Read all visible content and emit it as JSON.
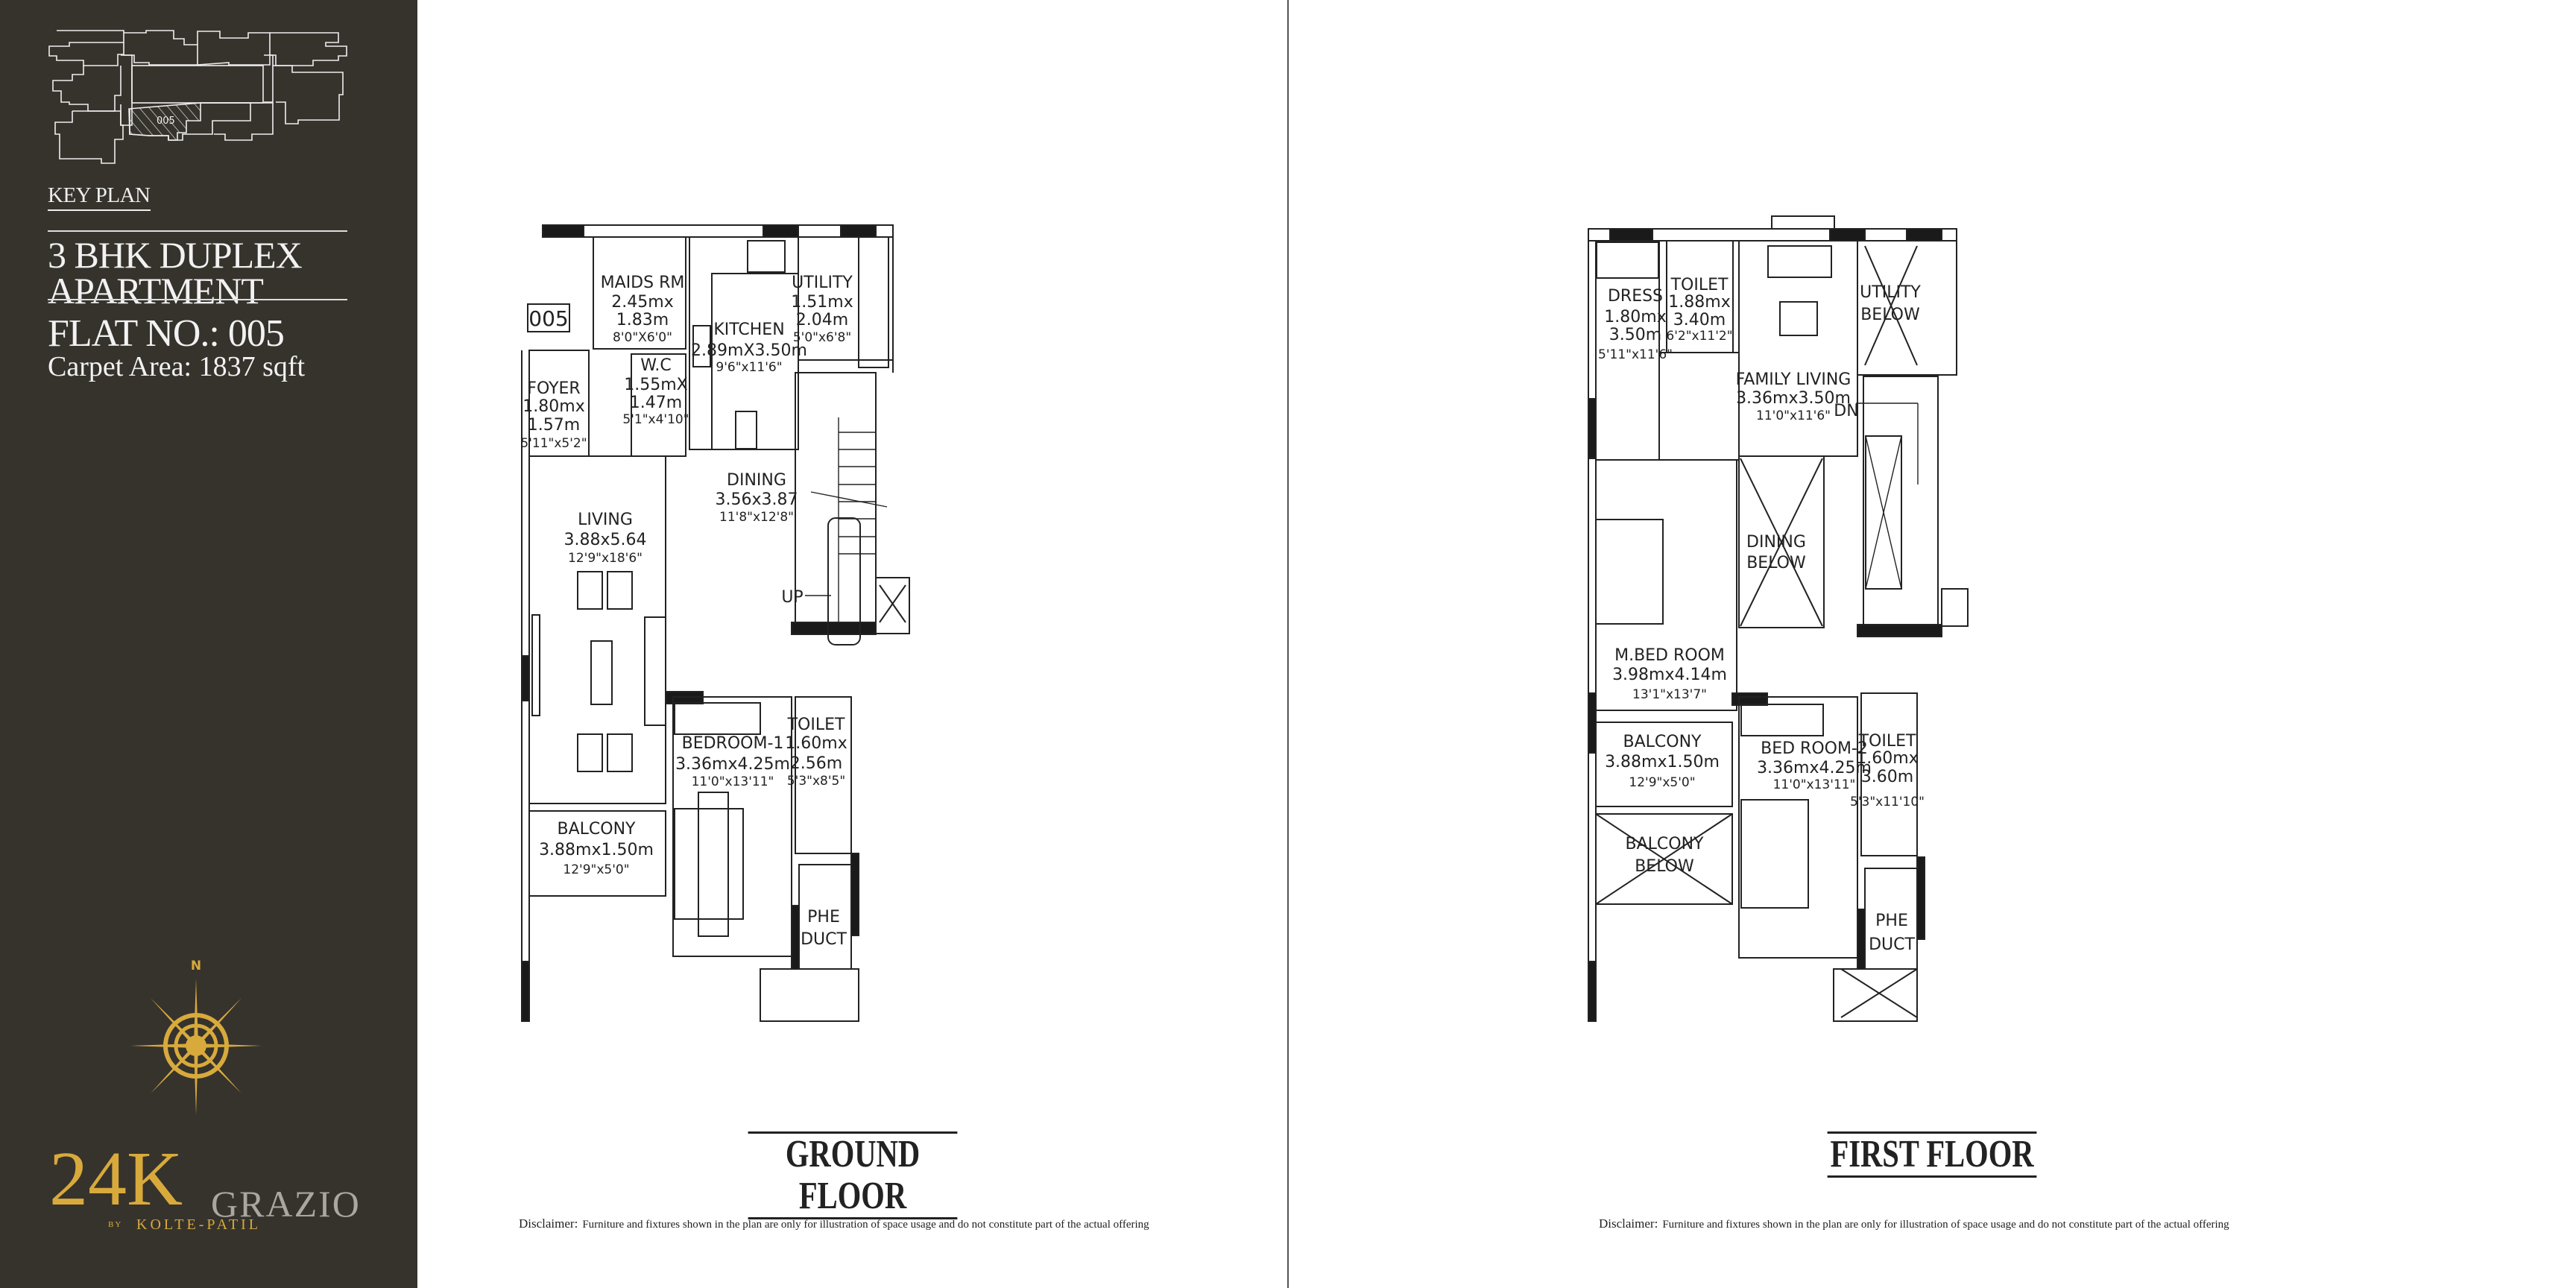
{
  "sidebar": {
    "key_plan_label": "KEY PLAN",
    "key_plan_unit": "005",
    "apartment_type_line1": "3 BHK DUPLEX",
    "apartment_type_line2": "APARTMENT",
    "flat_number": "FLAT NO.: 005",
    "carpet_area": "Carpet Area: 1837 sqft",
    "compass_label": "N",
    "brand": {
      "name_main": "24K",
      "name_secondary": "GRAZIO",
      "by": "BY",
      "developer": "KOLTE-PATIL"
    },
    "colors": {
      "background": "#36332d",
      "gold": "#d8aa3c",
      "gray": "#a9a7a2"
    }
  },
  "ground_floor": {
    "title": "GROUND FLOOR",
    "unit_tag": "005",
    "stair_label": "UP",
    "rooms": [
      {
        "name": "MAIDS  RM",
        "lines": [
          "2.45mx",
          "1.83m",
          "8'0\"X6'0\""
        ]
      },
      {
        "name": "KITCHEN",
        "lines": [
          "2.89mX3.50m",
          "9'6\"x11'6\""
        ]
      },
      {
        "name": "UTILITY",
        "lines": [
          "1.51mx",
          "2.04m",
          "5'0\"x6'8\""
        ]
      },
      {
        "name": "W.C",
        "lines": [
          "1.55mX",
          "1.47m",
          "5'1\"x4'10\""
        ]
      },
      {
        "name": "FOYER",
        "lines": [
          "1.80mx",
          "1.57m",
          "5'11\"x5'2\""
        ]
      },
      {
        "name": "DINING",
        "lines": [
          "3.56x3.87",
          "11'8\"x12'8\""
        ]
      },
      {
        "name": "LIVING",
        "lines": [
          "3.88x5.64",
          "12'9\"x18'6\""
        ]
      },
      {
        "name": "BEDROOM-1",
        "lines": [
          "3.36mx4.25m",
          "11'0\"x13'11\""
        ]
      },
      {
        "name": "TOILET",
        "lines": [
          "1.60mx",
          "2.56m",
          "5'3\"x8'5\""
        ]
      },
      {
        "name": "BALCONY",
        "lines": [
          "3.88mx1.50m",
          "12'9\"x5'0\""
        ]
      },
      {
        "name": "PHE",
        "lines": [
          "DUCT"
        ]
      }
    ],
    "disclaimer_label": "Disclaimer:",
    "disclaimer_text": "Furniture and fixtures shown in the plan are only for illustration of space usage and do not constitute part of the actual offering"
  },
  "first_floor": {
    "title": "FIRST FLOOR",
    "stair_label": "DN",
    "rooms": [
      {
        "name": "DRESS",
        "lines": [
          "1.80mx",
          "3.50m",
          "5'11\"x11'6\""
        ]
      },
      {
        "name": "TOILET",
        "lines": [
          "1.88mx",
          "3.40m",
          "6'2\"x11'2\""
        ]
      },
      {
        "name": "FAMILY  LIVING",
        "lines": [
          "3.36mx3.50m",
          "11'0\"x11'6\""
        ]
      },
      {
        "name": "UTILITY",
        "lines": [
          "BELOW"
        ]
      },
      {
        "name": "DINING",
        "lines": [
          "BELOW"
        ]
      },
      {
        "name": "M.BED  ROOM",
        "lines": [
          "3.98mx4.14m",
          "13'1\"x13'7\""
        ]
      },
      {
        "name": "BALCONY",
        "lines": [
          "3.88mx1.50m",
          "12'9\"x5'0\""
        ]
      },
      {
        "name": "BED  ROOM-2",
        "lines": [
          "3.36mx4.25m",
          "11'0\"x13'11\""
        ]
      },
      {
        "name": "TOILET",
        "lines": [
          "1.60mx",
          "3.60m",
          "5'3\"x11'10\""
        ]
      },
      {
        "name": "BALCONY",
        "lines": [
          "BELOW"
        ]
      },
      {
        "name": "PHE",
        "lines": [
          "DUCT"
        ]
      }
    ],
    "disclaimer_label": "Disclaimer:",
    "disclaimer_text": "Furniture and fixtures shown in the plan are only for illustration of space usage and do not constitute part of the actual offering"
  }
}
